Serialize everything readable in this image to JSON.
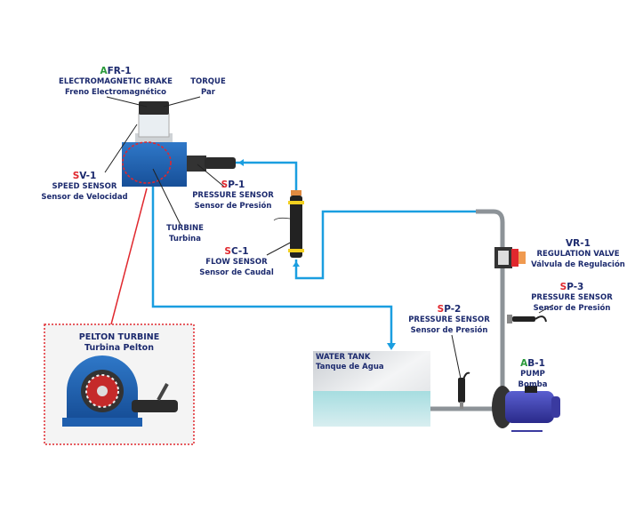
{
  "labels": {
    "afr1": {
      "prefix": "A",
      "code": "FR-1",
      "en": "ELECTROMAGNETIC BRAKE",
      "es": "Freno Electromagnético"
    },
    "torque": {
      "en": "TORQUE",
      "es": "Par"
    },
    "sv1": {
      "prefix": "S",
      "code": "V-1",
      "en": "SPEED SENSOR",
      "es": "Sensor de Velocidad"
    },
    "sp1": {
      "prefix": "S",
      "code": "P-1",
      "en": "PRESSURE SENSOR",
      "es": "Sensor de Presión"
    },
    "turbine": {
      "en": "TURBINE",
      "es": "Turbina"
    },
    "sc1": {
      "prefix": "S",
      "code": "C-1",
      "en": "FLOW SENSOR",
      "es": "Sensor de Caudal"
    },
    "vr1": {
      "code": "VR-1",
      "en": "REGULATION VALVE",
      "es": "Válvula de Regulación"
    },
    "sp3": {
      "prefix": "S",
      "code": "P-3",
      "en": "PRESSURE SENSOR",
      "es": "Sensor de Presión"
    },
    "sp2": {
      "prefix": "S",
      "code": "P-2",
      "en": "PRESSURE SENSOR",
      "es": "Sensor de Presión"
    },
    "ab1": {
      "prefix": "A",
      "code": "B-1",
      "en": "PUMP",
      "es": "Bomba"
    },
    "tank": {
      "en": "WATER TANK",
      "es": "Tanque de Agua"
    },
    "pelton": {
      "en": "PELTON TURBINE",
      "es": "Turbina Pelton"
    }
  },
  "colors": {
    "pipe": "#1a9ee0",
    "body": "#1f5fae",
    "highlight": "#e0282e",
    "text": "#1c2a6e",
    "vendor_green": "#2a9a3a"
  }
}
